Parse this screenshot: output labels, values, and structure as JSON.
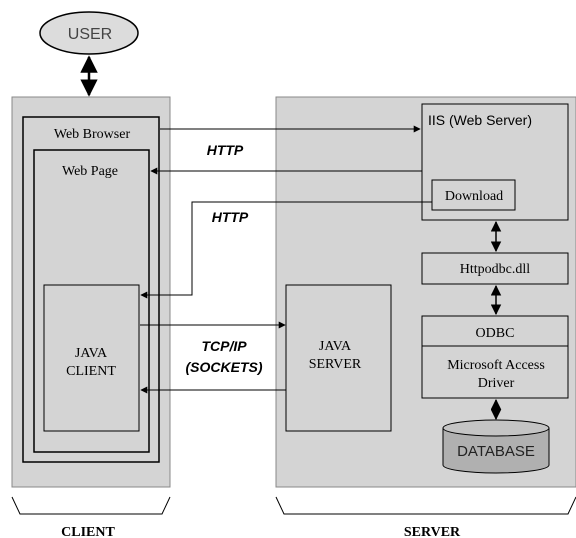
{
  "user": {
    "label": "USER"
  },
  "client": {
    "label": "CLIENT",
    "web_browser": "Web Browser",
    "web_page": "Web Page",
    "java_client_line1": "JAVA",
    "java_client_line2": "CLIENT"
  },
  "server": {
    "label": "SERVER",
    "iis": "IIS (Web Server)",
    "download": "Download",
    "httpodbc": "Httpodbc.dll",
    "odbc": "ODBC",
    "access_line1": "Microsoft Access",
    "access_line2": "Driver",
    "database": "DATABASE",
    "java_server_line1": "JAVA",
    "java_server_line2": "SERVER"
  },
  "links": {
    "http_top": "HTTP",
    "http_bottom": "HTTP",
    "tcpip_line1": "TCP/IP",
    "tcpip_line2": "(SOCKETS)"
  },
  "colors": {
    "panel": "#d4d4d4",
    "user_fill": "#dcdcdc",
    "db_fill": "#b0b0b0",
    "stroke": "#000000"
  }
}
